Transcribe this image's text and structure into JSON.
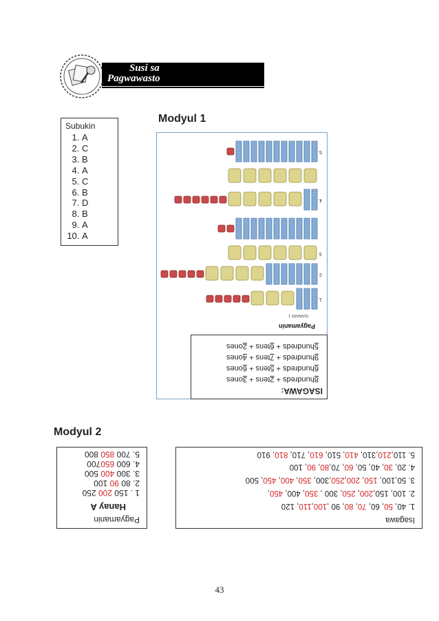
{
  "header": {
    "title_line1": "Susi sa",
    "title_line2": "Pagwawasto"
  },
  "modyul1": {
    "heading": "Modyul 1",
    "subukin": {
      "caption": "Subukin",
      "answers": [
        "A",
        "C",
        "B",
        "A",
        "C",
        "B",
        "D",
        "B",
        "A",
        "A"
      ]
    },
    "pagyamanin_title": "Pagyamanin",
    "gawain_label": "GAWAIN 1",
    "item_numbers": [
      "1.",
      "2.",
      "3.",
      "4.",
      "5."
    ],
    "isagawa": {
      "title": "ISAGAWA:",
      "rows": [
        {
          "h": "8",
          "t": "2",
          "o": "3"
        },
        {
          "h": "6",
          "t": "5",
          "o": "6"
        },
        {
          "h": "9",
          "t": "7",
          "o": "4"
        },
        {
          "h": "5",
          "t": "6",
          "o": "2"
        }
      ],
      "w_hundreds": "hundreds",
      "w_tens": "tens",
      "w_ones": "ones"
    }
  },
  "modyul2": {
    "heading": "Modyul 2",
    "isagawa": {
      "title": "Isagawa",
      "rows": [
        [
          [
            "1. 40, ",
            ""
          ],
          [
            "50",
            "r"
          ],
          [
            ", 60, ",
            ""
          ],
          [
            "70",
            "r"
          ],
          [
            ", ",
            ""
          ],
          [
            "80",
            "r"
          ],
          [
            ", 90 ,",
            ""
          ],
          [
            "100",
            "r"
          ],
          [
            ",",
            ""
          ],
          [
            "110",
            "r"
          ],
          [
            ", 120",
            ""
          ]
        ],
        [
          [
            "2. 100, 150,",
            ""
          ],
          [
            "200",
            "r"
          ],
          [
            ", ",
            ""
          ],
          [
            "250",
            "r"
          ],
          [
            ", 300 , ",
            ""
          ],
          [
            "350",
            "r"
          ],
          [
            ", 400, ",
            ""
          ],
          [
            "450",
            "r"
          ],
          [
            ",",
            ""
          ]
        ],
        [
          [
            "3. 50,100, ",
            ""
          ],
          [
            "150",
            "r"
          ],
          [
            ", ",
            ""
          ],
          [
            "200",
            "r"
          ],
          [
            ",",
            ""
          ],
          [
            "250",
            "r"
          ],
          [
            ",300, ",
            ""
          ],
          [
            "350",
            "r"
          ],
          [
            ", ",
            ""
          ],
          [
            "400",
            "r"
          ],
          [
            ", ",
            ""
          ],
          [
            "450",
            "r"
          ],
          [
            ", 500",
            ""
          ]
        ],
        [
          [
            "4. 20, ",
            ""
          ],
          [
            "30",
            "r"
          ],
          [
            ", 40, 50, ",
            ""
          ],
          [
            "60",
            "r"
          ],
          [
            ", 70,",
            ""
          ],
          [
            "80",
            "r"
          ],
          [
            ", ",
            ""
          ],
          [
            "90",
            "r"
          ],
          [
            ", 100",
            ""
          ]
        ],
        [
          [
            "5. 110,",
            ""
          ],
          [
            "210",
            "r"
          ],
          [
            ",310, ",
            ""
          ],
          [
            "410",
            "r"
          ],
          [
            ", 510, ",
            ""
          ],
          [
            "610",
            "r"
          ],
          [
            ", 710, ",
            ""
          ],
          [
            "810",
            "r"
          ],
          [
            ", 910",
            ""
          ]
        ]
      ]
    },
    "pagyamanin": {
      "title": "Pagyamanin",
      "subtitle": "Hanay A",
      "rows": [
        [
          [
            "1 . 150 ",
            ""
          ],
          [
            "200",
            "r"
          ],
          [
            " 250",
            ""
          ]
        ],
        [
          [
            "2. 80 ",
            ""
          ],
          [
            "90",
            "r"
          ],
          [
            " 100",
            ""
          ]
        ],
        [
          [
            "3. 300 ",
            ""
          ],
          [
            "400",
            "r"
          ],
          [
            " 500",
            ""
          ]
        ],
        [
          [
            "4. 600 ",
            ""
          ],
          [
            "650",
            "r"
          ],
          [
            "700",
            ""
          ]
        ],
        [
          [
            "5. 700 ",
            ""
          ],
          [
            "850",
            "r"
          ],
          [
            " 800",
            ""
          ]
        ]
      ]
    }
  },
  "page_number": "43",
  "colors": {
    "answer_red": "#d32222",
    "hundreds_red": "#c94a4a",
    "tens_blue": "#8fb4dc",
    "ones_yellow": "#ddd58e",
    "frame_blue": "#7aa3c9"
  },
  "blocks": [
    {
      "item": "5",
      "hundreds": 1,
      "tens": 11,
      "ones": 0
    },
    {
      "item": "",
      "hundreds": 0,
      "tens": 0,
      "ones": 6
    },
    {
      "item": "4",
      "hundreds": 6,
      "tens": 2,
      "ones": 5
    },
    {
      "item": "",
      "hundreds": 2,
      "tens": 11,
      "ones": 0
    },
    {
      "item": "3",
      "hundreds": 0,
      "tens": 0,
      "ones": 6
    },
    {
      "item": "2",
      "hundreds": 5,
      "tens": 7,
      "ones": 4
    },
    {
      "item": "1",
      "hundreds": 5,
      "tens": 3,
      "ones": 3
    }
  ]
}
